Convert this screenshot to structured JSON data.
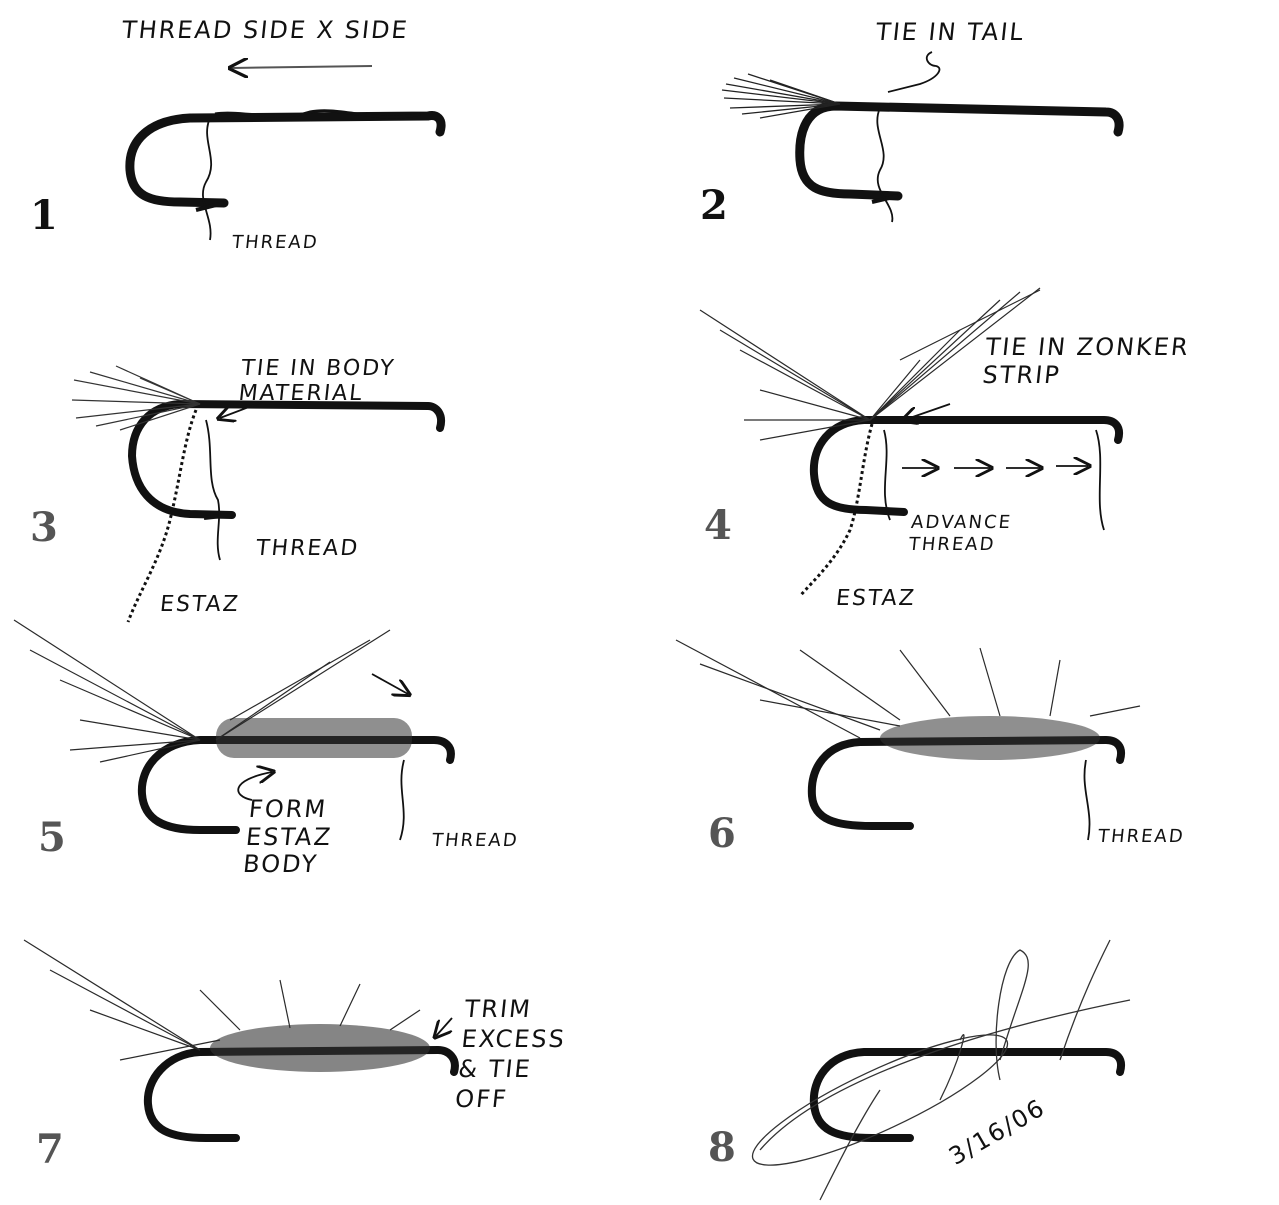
{
  "steps": [
    {
      "number": "1",
      "labels": {
        "title": "THREAD SIDE X SIDE",
        "thread": "THREAD"
      }
    },
    {
      "number": "2",
      "labels": {
        "title": "TIE IN TAIL"
      }
    },
    {
      "number": "3",
      "labels": {
        "body": "TIE IN BODY MATERIAL",
        "thread": "THREAD",
        "estaz": "ESTAZ"
      }
    },
    {
      "number": "4",
      "labels": {
        "zonker": "TIE IN ZONKER STRIP",
        "advance": "ADVANCE THREAD",
        "estaz": "ESTAZ"
      }
    },
    {
      "number": "5",
      "labels": {
        "form": "FORM ESTAZ BODY",
        "thread": "THREAD"
      }
    },
    {
      "number": "6",
      "labels": {
        "thread": "THREAD"
      }
    },
    {
      "number": "7",
      "labels": {
        "trim": "TRIM EXCESS & TIE OFF"
      }
    },
    {
      "number": "8",
      "labels": {
        "signature_date": "3/16/06"
      }
    }
  ],
  "colors": {
    "ink": "#111111",
    "feather": "#2a2a2a",
    "paper": "#ffffff"
  }
}
